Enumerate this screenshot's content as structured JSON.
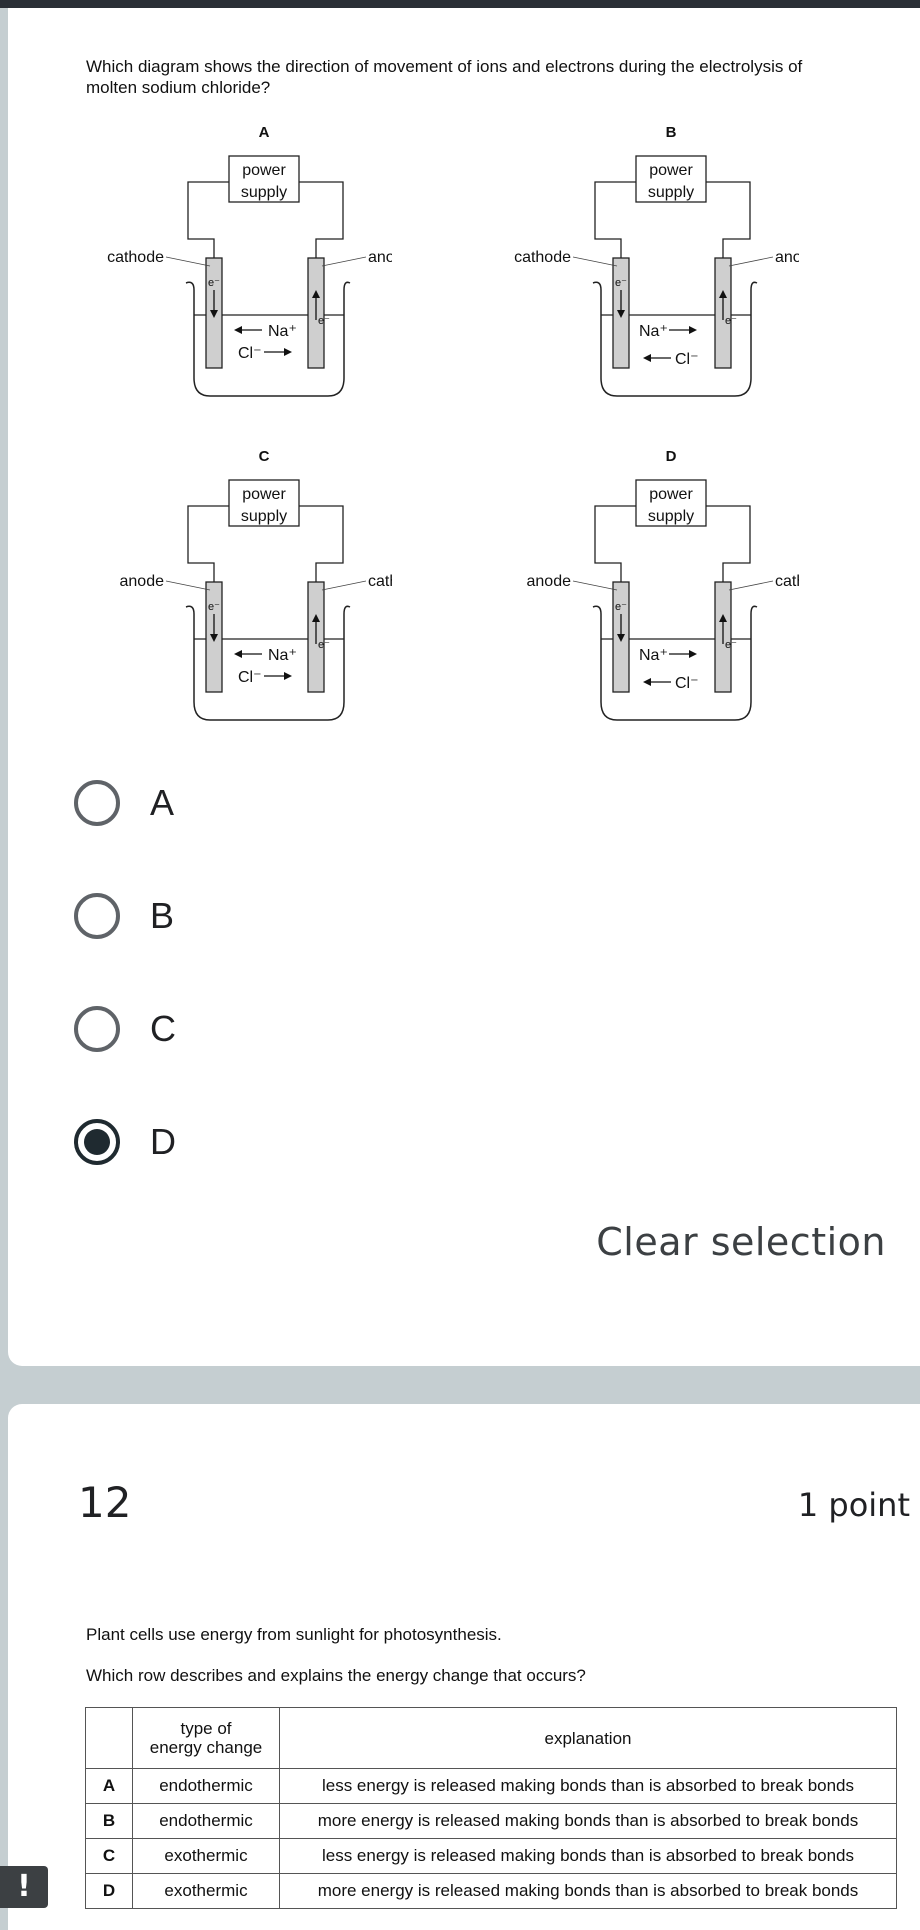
{
  "question11": {
    "text_line1": "Which diagram shows the direction of movement of ions and electrons during the electrolysis of",
    "text_line2": "molten sodium chloride?",
    "diagrams": [
      {
        "letter": "A",
        "power1": "power",
        "power2": "supply",
        "left_label": "cathode",
        "right_label": "anode",
        "na": "Na⁺",
        "cl": "Cl⁻",
        "e": "e⁻"
      },
      {
        "letter": "B",
        "power1": "power",
        "power2": "supply",
        "left_label": "cathode",
        "right_label": "anode",
        "na": "Na⁺",
        "cl": "Cl⁻",
        "e": "e⁻"
      },
      {
        "letter": "C",
        "power1": "power",
        "power2": "supply",
        "left_label": "anode",
        "right_label": "cathode",
        "na": "Na⁺",
        "cl": "Cl⁻",
        "e": "e⁻"
      },
      {
        "letter": "D",
        "power1": "power",
        "power2": "supply",
        "left_label": "anode",
        "right_label": "cathode",
        "na": "Na⁺",
        "cl": "Cl⁻",
        "e": "e⁻"
      }
    ],
    "options": [
      {
        "label": "A",
        "selected": false
      },
      {
        "label": "B",
        "selected": false
      },
      {
        "label": "C",
        "selected": false
      },
      {
        "label": "D",
        "selected": true
      }
    ],
    "clear_label": "Clear selection"
  },
  "question12": {
    "number": "12",
    "points": "1 point",
    "text1": "Plant cells use energy from sunlight for photosynthesis.",
    "text2": "Which row describes and explains the energy change that occurs?",
    "header_type_line1": "type of",
    "header_type_line2": "energy change",
    "header_explanation": "explanation",
    "rows": [
      {
        "letter": "A",
        "type": "endothermic",
        "explanation": "less energy is released making bonds than is absorbed to break bonds"
      },
      {
        "letter": "B",
        "type": "endothermic",
        "explanation": "more energy is released making bonds than is absorbed to break bonds"
      },
      {
        "letter": "C",
        "type": "exothermic",
        "explanation": "less energy is released making bonds than is absorbed to break bonds"
      },
      {
        "letter": "D",
        "type": "exothermic",
        "explanation": "more energy is released making bonds than is absorbed to break bonds"
      }
    ]
  },
  "warning_icon": "exclamation-icon",
  "warning_glyph": "!",
  "colors": {
    "selected": "#1f2a30",
    "radio_border": "#5f6368",
    "background": "#c5ced1",
    "electrode": "#cfcfcf"
  }
}
